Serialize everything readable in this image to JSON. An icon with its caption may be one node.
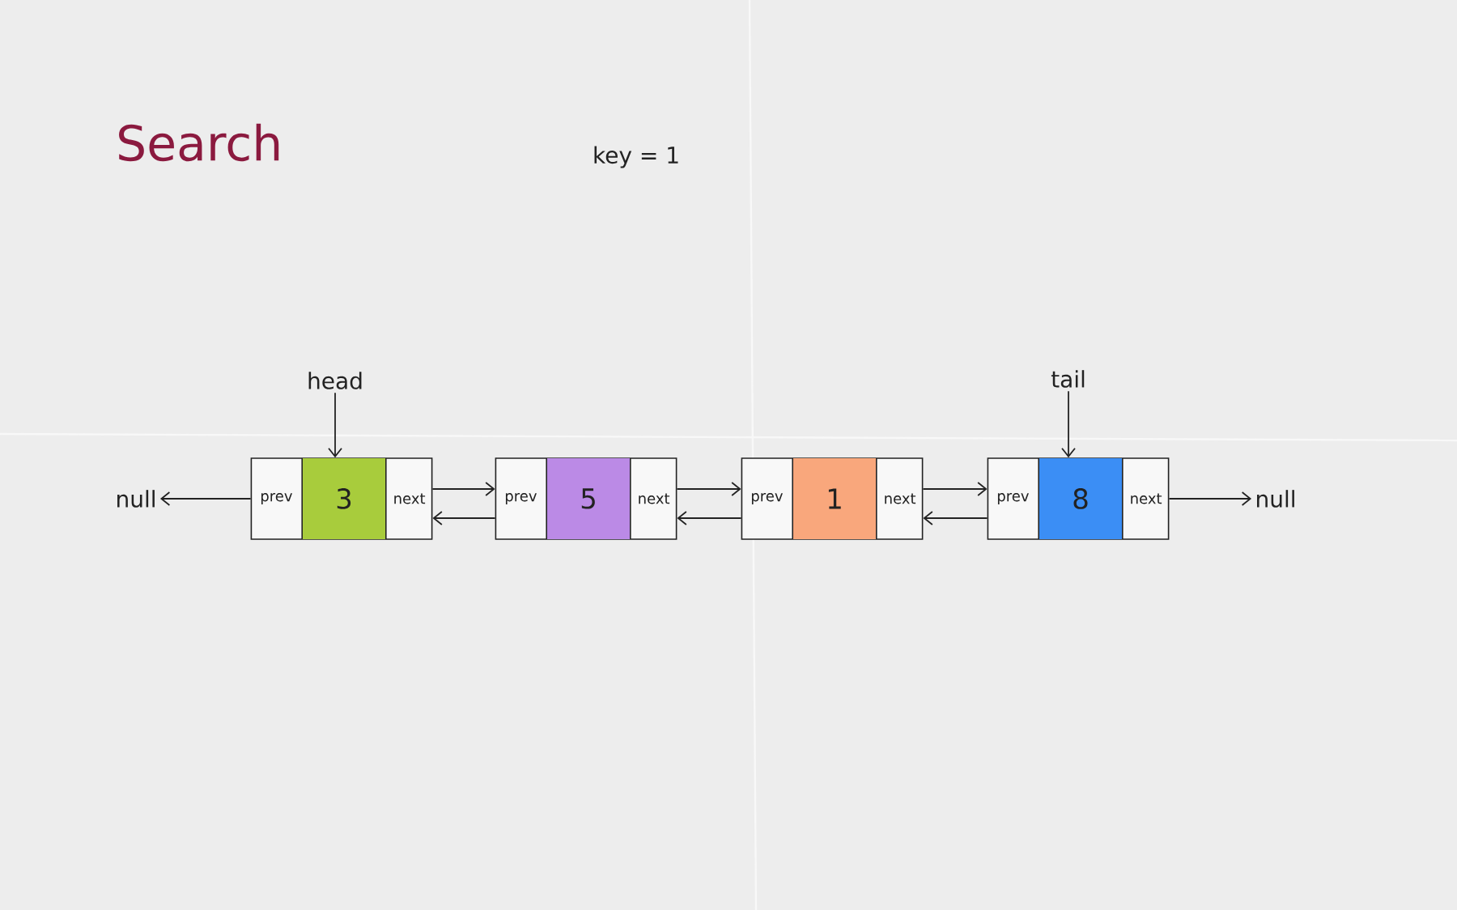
{
  "diagram": {
    "title": "Search",
    "nodes": [
      {
        "text": [
          "head"
        ]
      },
      {
        "text": [
          "tail"
        ]
      },
      {
        "text": [
          "null"
        ]
      },
      {
        "text": [
          "prev",
          "3",
          "next"
        ]
      },
      {
        "text": [
          "prev",
          "5",
          "next"
        ]
      },
      {
        "text": [
          "prev",
          "1",
          "next"
        ]
      },
      {
        "text": [
          "prev",
          "8",
          "next"
        ]
      },
      {
        "text": [
          "null"
        ]
      }
    ],
    "edges": [
      {
        "from": 0,
        "to": 3,
        "arrow": "to"
      },
      {
        "from": 1,
        "to": 6,
        "arrow": "to"
      },
      {
        "from": 3,
        "to": 2,
        "arrow": "to"
      },
      {
        "from": 3,
        "to": 4,
        "arrow": "to"
      },
      {
        "from": 4,
        "to": 3,
        "arrow": "to"
      },
      {
        "from": 4,
        "to": 5,
        "arrow": "to"
      },
      {
        "from": 5,
        "to": 4,
        "arrow": "to"
      },
      {
        "from": 5,
        "to": 6,
        "arrow": "to"
      },
      {
        "from": 6,
        "to": 5,
        "arrow": "to"
      },
      {
        "from": 6,
        "to": 7,
        "arrow": "to"
      }
    ],
    "labels": [
      "key = 1"
    ]
  }
}
